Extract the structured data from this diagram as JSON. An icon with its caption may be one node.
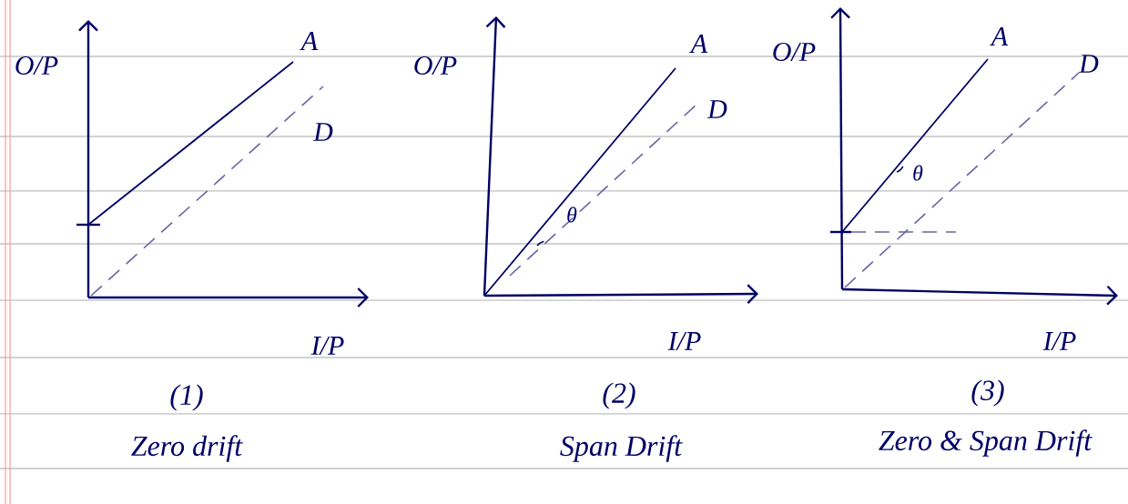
{
  "diagram": {
    "labels": [
      "O/P",
      "A",
      "D",
      "I/P",
      "(1)",
      "Zero drift",
      "O/P",
      "A",
      "D",
      "θ",
      "I/P",
      "(2)",
      "Span Drift",
      "O/P",
      "A",
      "D",
      "θ",
      "I/P",
      "(3)",
      "Zero & Span Drift"
    ]
  }
}
